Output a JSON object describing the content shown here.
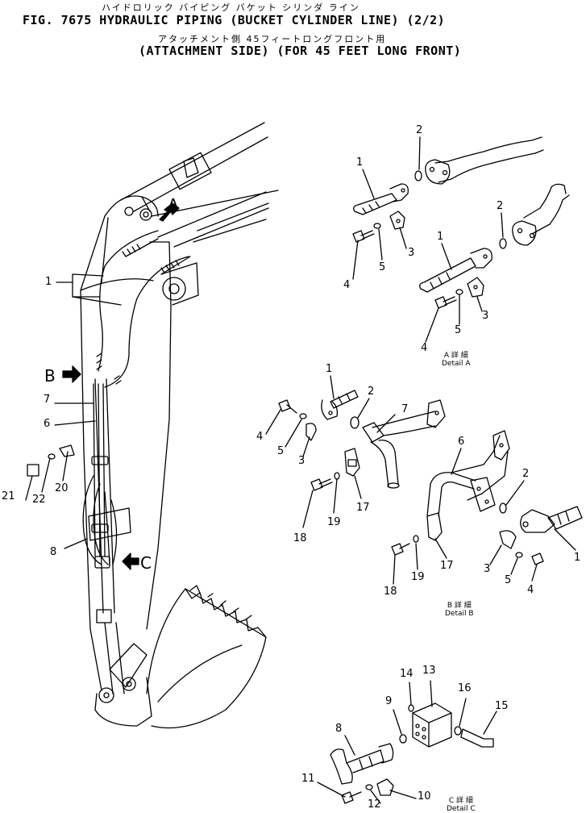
{
  "header": {
    "jp_line1": "ハイドロリック バイピング バケット シリンダ ライン",
    "title": "FIG. 7675  HYDRAULIC PIPING (BUCKET CYLINDER LINE) (2/2)",
    "jp_line2": "アタッチメント側    45フィートロングフロント用",
    "subtitle": "(ATTACHMENT SIDE) (FOR 45 FEET LONG FRONT)"
  },
  "callouts": {
    "A": "A",
    "B": "B",
    "C": "C"
  },
  "labels": {
    "main": [
      {
        "id": "m1",
        "text": "1"
      },
      {
        "id": "m7",
        "text": "7"
      },
      {
        "id": "m6",
        "text": "6"
      },
      {
        "id": "m20",
        "text": "20"
      },
      {
        "id": "m21",
        "text": "21"
      },
      {
        "id": "m22",
        "text": "22"
      },
      {
        "id": "m8",
        "text": "8"
      }
    ],
    "detail_a": [
      {
        "id": "a2t",
        "text": "2"
      },
      {
        "id": "a1t",
        "text": "1"
      },
      {
        "id": "a2b",
        "text": "2"
      },
      {
        "id": "a4t",
        "text": "4"
      },
      {
        "id": "a5t",
        "text": "5"
      },
      {
        "id": "a3t",
        "text": "3"
      },
      {
        "id": "a1b",
        "text": "1"
      },
      {
        "id": "a5b",
        "text": "5"
      },
      {
        "id": "a3b",
        "text": "3"
      },
      {
        "id": "a4b",
        "text": "4"
      }
    ],
    "detail_b": [
      {
        "id": "b1",
        "text": "1"
      },
      {
        "id": "b2",
        "text": "2"
      },
      {
        "id": "b4",
        "text": "4"
      },
      {
        "id": "b7",
        "text": "7"
      },
      {
        "id": "b5",
        "text": "5"
      },
      {
        "id": "b3",
        "text": "3"
      },
      {
        "id": "b6",
        "text": "6"
      },
      {
        "id": "b2r",
        "text": "2"
      },
      {
        "id": "b18",
        "text": "18"
      },
      {
        "id": "b19",
        "text": "19"
      },
      {
        "id": "b17",
        "text": "17"
      },
      {
        "id": "b1r",
        "text": "1"
      },
      {
        "id": "b3r",
        "text": "3"
      },
      {
        "id": "b5r",
        "text": "5"
      },
      {
        "id": "b4r",
        "text": "4"
      },
      {
        "id": "b18b",
        "text": "18"
      },
      {
        "id": "b19b",
        "text": "19"
      },
      {
        "id": "b17b",
        "text": "17"
      }
    ],
    "detail_c": [
      {
        "id": "c14",
        "text": "14"
      },
      {
        "id": "c13",
        "text": "13"
      },
      {
        "id": "c9",
        "text": "9"
      },
      {
        "id": "c16",
        "text": "16"
      },
      {
        "id": "c15",
        "text": "15"
      },
      {
        "id": "c8",
        "text": "8"
      },
      {
        "id": "c11",
        "text": "11"
      },
      {
        "id": "c10",
        "text": "10"
      },
      {
        "id": "c12",
        "text": "12"
      }
    ]
  },
  "detail_captions": {
    "a_jp": "A 詳 細",
    "a_en": "Detail A",
    "b_jp": "B 詳 細",
    "b_en": "Detail B",
    "c_jp": "C 詳 細",
    "c_en": "Detail C"
  }
}
